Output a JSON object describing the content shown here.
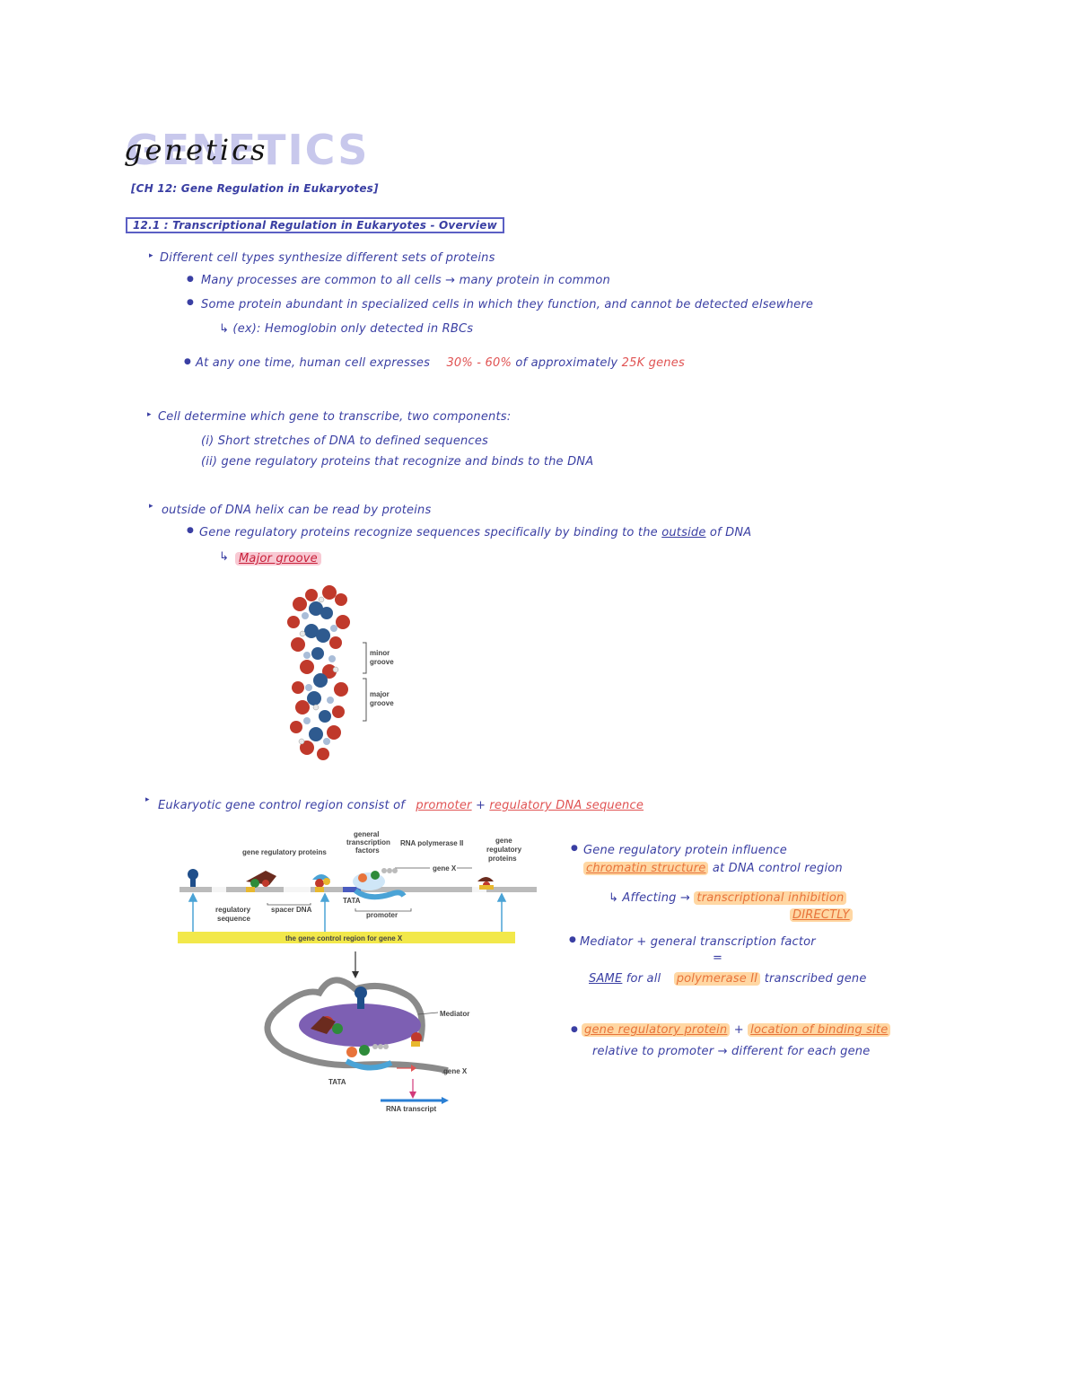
{
  "title": "genetics",
  "chapter": "[CH 12: Gene Regulation in Eukaryotes]",
  "section": "12.1 : Transcriptional Regulation in Eukaryotes - Overview",
  "notes": {
    "b1": "Different cell types synthesize different sets of proteins",
    "b1a": "Many processes are common to all cells → many protein in common",
    "b1b": "Some protein abundant in specialized cells in which they function, and cannot be detected elsewhere",
    "b1b_sub": "↳ (ex): Hemoglobin only detected in RBCs",
    "b1c_pre": "At any one time, human cell expresses",
    "b1c_pct": "30% - 60%",
    "b1c_mid": "of approximately",
    "b1c_genes": "25K genes",
    "b2": "Cell determine which gene to transcribe, two components:",
    "b2i": "(i) Short stretches of DNA to defined sequences",
    "b2ii": "(ii) gene regulatory proteins that recognize and binds to the DNA",
    "b3": "outside of DNA helix can be read by proteins",
    "b3a_pre": "Gene regulatory proteins recognize sequences specifically by binding to the",
    "b3a_u": "outside",
    "b3a_post": "of DNA",
    "b3_arrow": "↳",
    "b3_major": "Major groove",
    "b4_pre": "Eukaryotic gene control region consist of",
    "b4_promoter": "promoter",
    "b4_plus": "+",
    "b4_reg": "regulatory DNA sequence",
    "r1_pre": "Gene regulatory protein influence",
    "r1_chrom": "chromatin structure",
    "r1_post": "at DNA control region",
    "r2_arrow": "↳ Affecting →",
    "r2_hl": "transcriptional inhibition",
    "r2_dir": "DIRECTLY",
    "r3": "Mediator + general transcription factor",
    "r3_eq": "=",
    "r3b_same": "SAME",
    "r3b_mid": "for all",
    "r3b_pol": "polymerase II",
    "r3b_post": "transcribed gene",
    "r4_a": "gene regulatory protein",
    "r4_plus": "+",
    "r4_b": "location of binding site",
    "r4_line2": "relative to promoter → different for each gene"
  },
  "fig_dna": {
    "minor": [
      "minor",
      "groove"
    ],
    "major": [
      "major",
      "groove"
    ]
  },
  "fig_gene": {
    "gene_reg_proteins": "gene regulatory proteins",
    "general": "general",
    "transcription": "transcription",
    "factors": "factors",
    "rna_pol": "RNA polymerase II",
    "gene_top": "gene",
    "regulatory_top": "regulatory",
    "proteins_top": "proteins",
    "gene_x": "gene X",
    "tata": "TATA",
    "regulatory": "regulatory",
    "sequence": "sequence",
    "spacer": "spacer DNA",
    "promoter": "promoter",
    "control_region": "the gene control region for gene X",
    "mediator": "Mediator",
    "gene_x2": "gene X",
    "tata2": "TATA",
    "rna_transcript": "RNA transcript"
  },
  "colors": {
    "ink": "#3a3fa3",
    "accent_red": "#e05353",
    "highlight_orange": "#ffd7a3",
    "title_shadow": "#c8c8ec"
  }
}
